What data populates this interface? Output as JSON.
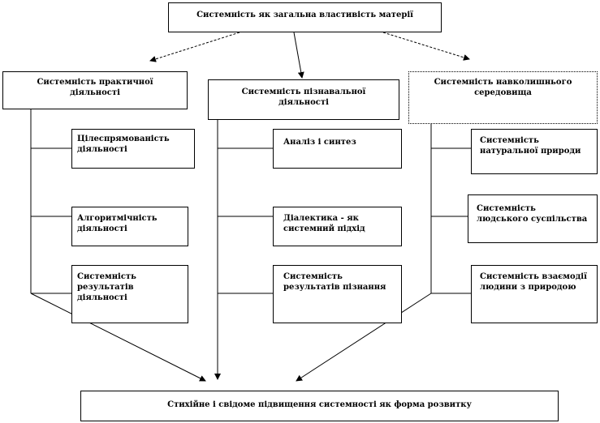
{
  "top": "Системність як загальна властивість матерії",
  "columns": [
    {
      "header": "Системність практичної діяльності",
      "items": [
        "Цілеспрямованість діяльності",
        "Алгоритмічність діяльності",
        "Системність результатів діяльності"
      ]
    },
    {
      "header": "Системність пізнавальної діяльності",
      "items": [
        "Аналіз і синтез",
        "Діалектика - як системний підхід",
        "Системність результатів пізнання"
      ]
    },
    {
      "header": "Системність навколишнього середовища",
      "items": [
        "Системність натуральної природи",
        "Системність людського суспільства",
        "Системність взаємодії людини з природою"
      ]
    }
  ],
  "bottom": "Стихійне і свідоме підвищення системності як форма розвитку"
}
